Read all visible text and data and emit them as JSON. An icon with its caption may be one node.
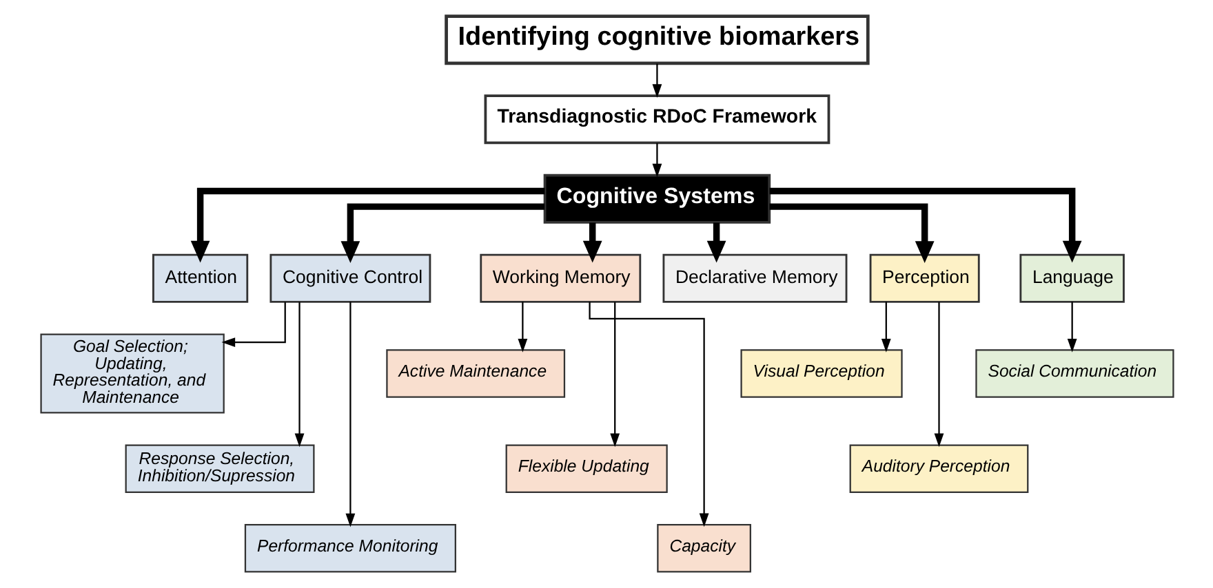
{
  "diagram": {
    "nodes": [
      {
        "text": [
          "Identifying cognitive biomarkers"
        ]
      },
      {
        "text": [
          "Transdiagnostic RDoC Framework"
        ]
      },
      {
        "text": [
          "Cognitive Systems"
        ]
      },
      {
        "text": [
          "Attention"
        ]
      },
      {
        "text": [
          "Cognitive Control"
        ]
      },
      {
        "text": [
          "Working Memory"
        ]
      },
      {
        "text": [
          "Declarative Memory"
        ]
      },
      {
        "text": [
          "Perception"
        ]
      },
      {
        "text": [
          "Language"
        ]
      },
      {
        "text": [
          "Goal Selection; Updating, Representation, and Maintenance"
        ]
      },
      {
        "text": [
          "Response Selection, Inhibition/Supression"
        ]
      },
      {
        "text": [
          "Performance Monitoring"
        ]
      },
      {
        "text": [
          "Active Maintenance"
        ]
      },
      {
        "text": [
          "Flexible Updating"
        ]
      },
      {
        "text": [
          "Capacity"
        ]
      },
      {
        "text": [
          "Visual Perception"
        ]
      },
      {
        "text": [
          "Auditory Perception"
        ]
      },
      {
        "text": [
          "Social Communication"
        ]
      }
    ],
    "edges": [
      {
        "from": 0,
        "to": 1,
        "arrow": "to"
      },
      {
        "from": 1,
        "to": 2,
        "arrow": "to"
      },
      {
        "from": 2,
        "to": 3,
        "arrow": "to",
        "style": "thick"
      },
      {
        "from": 2,
        "to": 4,
        "arrow": "to",
        "style": "thick"
      },
      {
        "from": 2,
        "to": 5,
        "arrow": "to",
        "style": "thick"
      },
      {
        "from": 2,
        "to": 6,
        "arrow": "to",
        "style": "thick"
      },
      {
        "from": 2,
        "to": 7,
        "arrow": "to",
        "style": "thick"
      },
      {
        "from": 2,
        "to": 8,
        "arrow": "to",
        "style": "thick"
      },
      {
        "from": 4,
        "to": 9,
        "arrow": "to"
      },
      {
        "from": 4,
        "to": 10,
        "arrow": "to"
      },
      {
        "from": 4,
        "to": 11,
        "arrow": "to"
      },
      {
        "from": 5,
        "to": 12,
        "arrow": "to"
      },
      {
        "from": 5,
        "to": 13,
        "arrow": "to"
      },
      {
        "from": 5,
        "to": 14,
        "arrow": "to"
      },
      {
        "from": 7,
        "to": 15,
        "arrow": "to"
      },
      {
        "from": 7,
        "to": 16,
        "arrow": "to"
      },
      {
        "from": 8,
        "to": 17,
        "arrow": "to"
      }
    ]
  }
}
